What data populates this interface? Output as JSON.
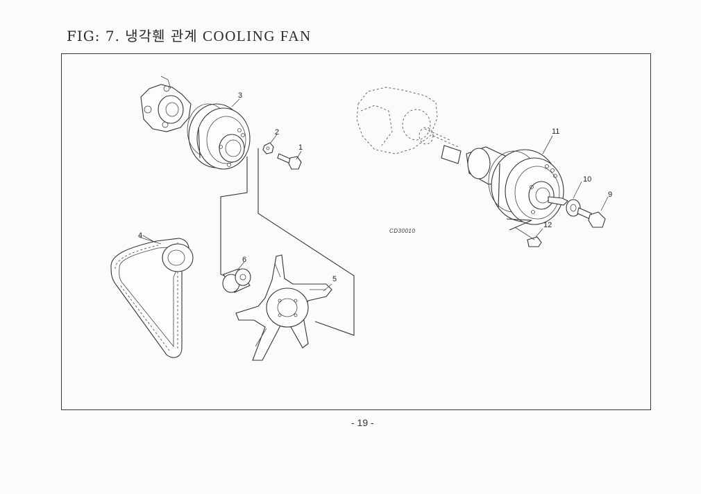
{
  "header": {
    "fig_prefix": "FIG: 7.",
    "title_korean": "냉각휀 관계",
    "title_english": "COOLING FAN"
  },
  "diagram": {
    "drawing_code": "CD30010",
    "callouts": {
      "p1": "1",
      "p2": "2",
      "p3": "3",
      "p4": "4",
      "p5": "5",
      "p6": "6",
      "p9": "9",
      "p10": "10",
      "p11": "11",
      "p12": "12"
    }
  },
  "footer": {
    "page_number": "- 19 -"
  }
}
